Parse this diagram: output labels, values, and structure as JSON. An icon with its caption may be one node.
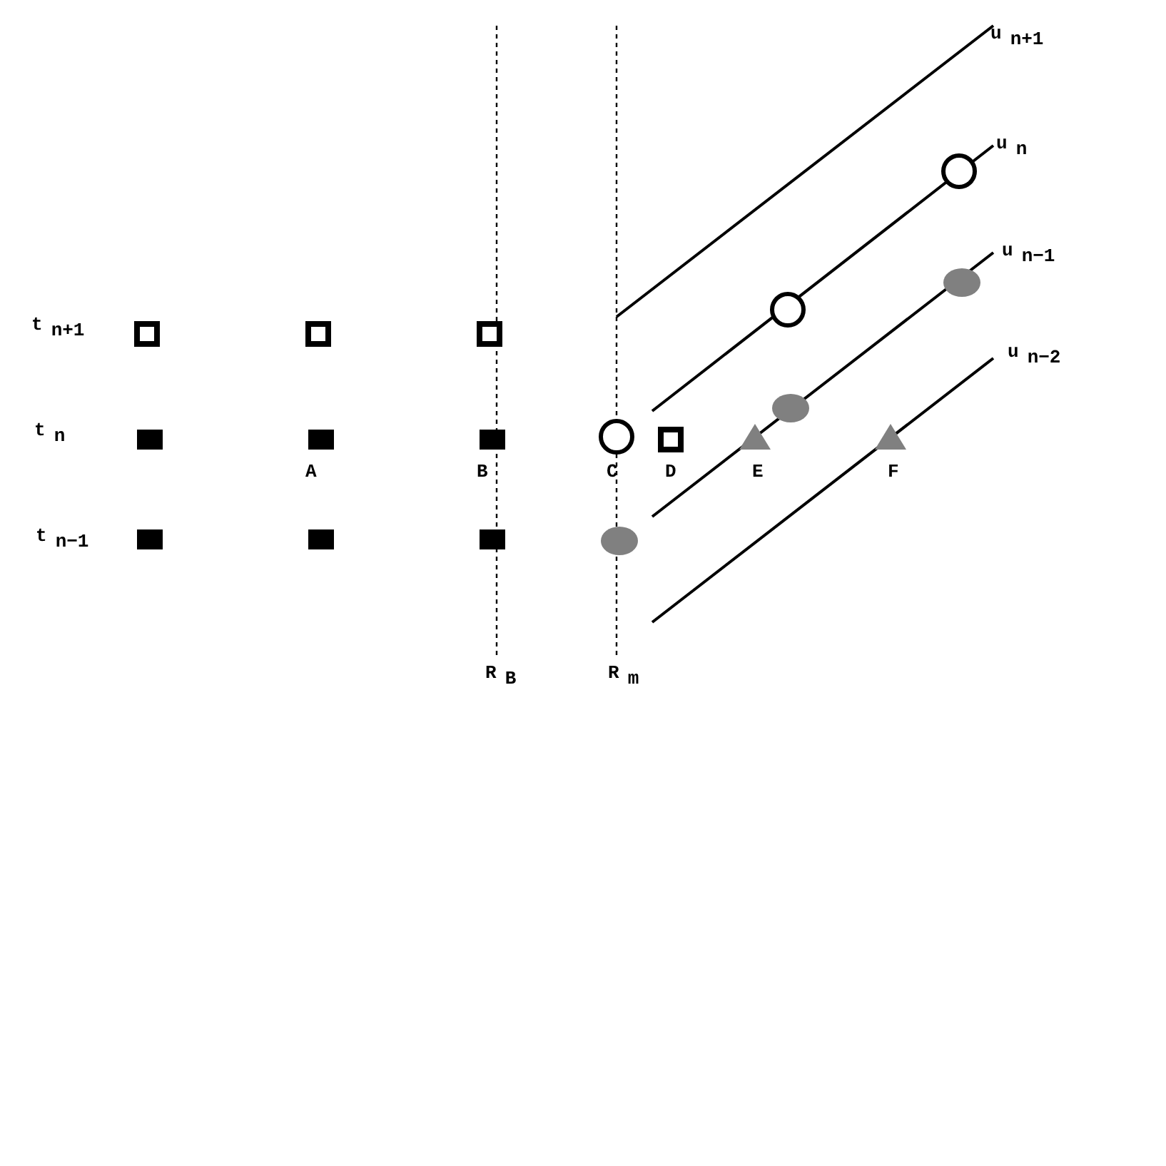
{
  "diagram": {
    "labels": [
      "u$_{n+1}$",
      "u$_{n}$",
      "u$_{n−1}$",
      "t$_{n+1}$",
      "u$_{n−2}$",
      "t$_{n}$",
      "A",
      "B",
      "C",
      "D",
      "E",
      "F",
      "t$_{n−1}$",
      "R$_{B}$",
      "R$_{m}$"
    ]
  }
}
